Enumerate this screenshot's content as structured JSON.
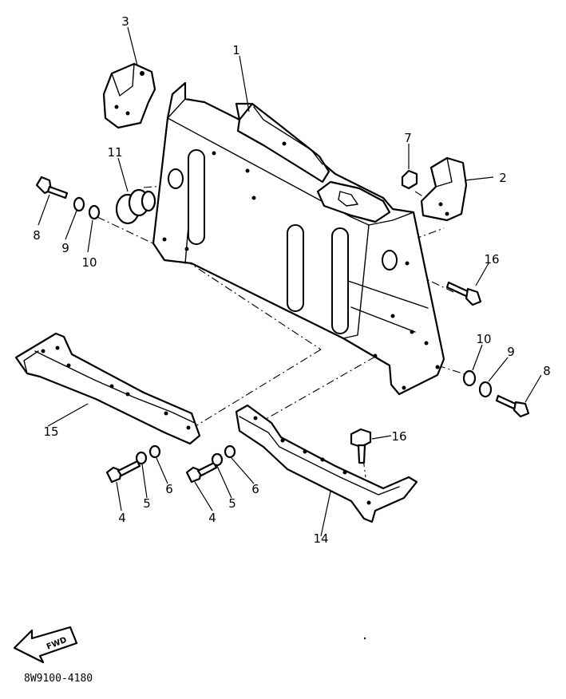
{
  "callouts": [
    {
      "id": "c1",
      "text": "1"
    },
    {
      "id": "c2",
      "text": "2"
    },
    {
      "id": "c3",
      "text": "3"
    },
    {
      "id": "c4a",
      "text": "4"
    },
    {
      "id": "c4b",
      "text": "4"
    },
    {
      "id": "c5a",
      "text": "5"
    },
    {
      "id": "c5b",
      "text": "5"
    },
    {
      "id": "c6a",
      "text": "6"
    },
    {
      "id": "c6b",
      "text": "6"
    },
    {
      "id": "c7",
      "text": "7"
    },
    {
      "id": "c8a",
      "text": "8"
    },
    {
      "id": "c8b",
      "text": "8"
    },
    {
      "id": "c9a",
      "text": "9"
    },
    {
      "id": "c9b",
      "text": "9"
    },
    {
      "id": "c10a",
      "text": "10"
    },
    {
      "id": "c10b",
      "text": "10"
    },
    {
      "id": "c11",
      "text": "11"
    },
    {
      "id": "c14",
      "text": "14"
    },
    {
      "id": "c15",
      "text": "15"
    },
    {
      "id": "c16a",
      "text": "16"
    },
    {
      "id": "c16b",
      "text": "16"
    }
  ],
  "fwd_label": "FWD",
  "diagram_code": "8W9100-4180"
}
